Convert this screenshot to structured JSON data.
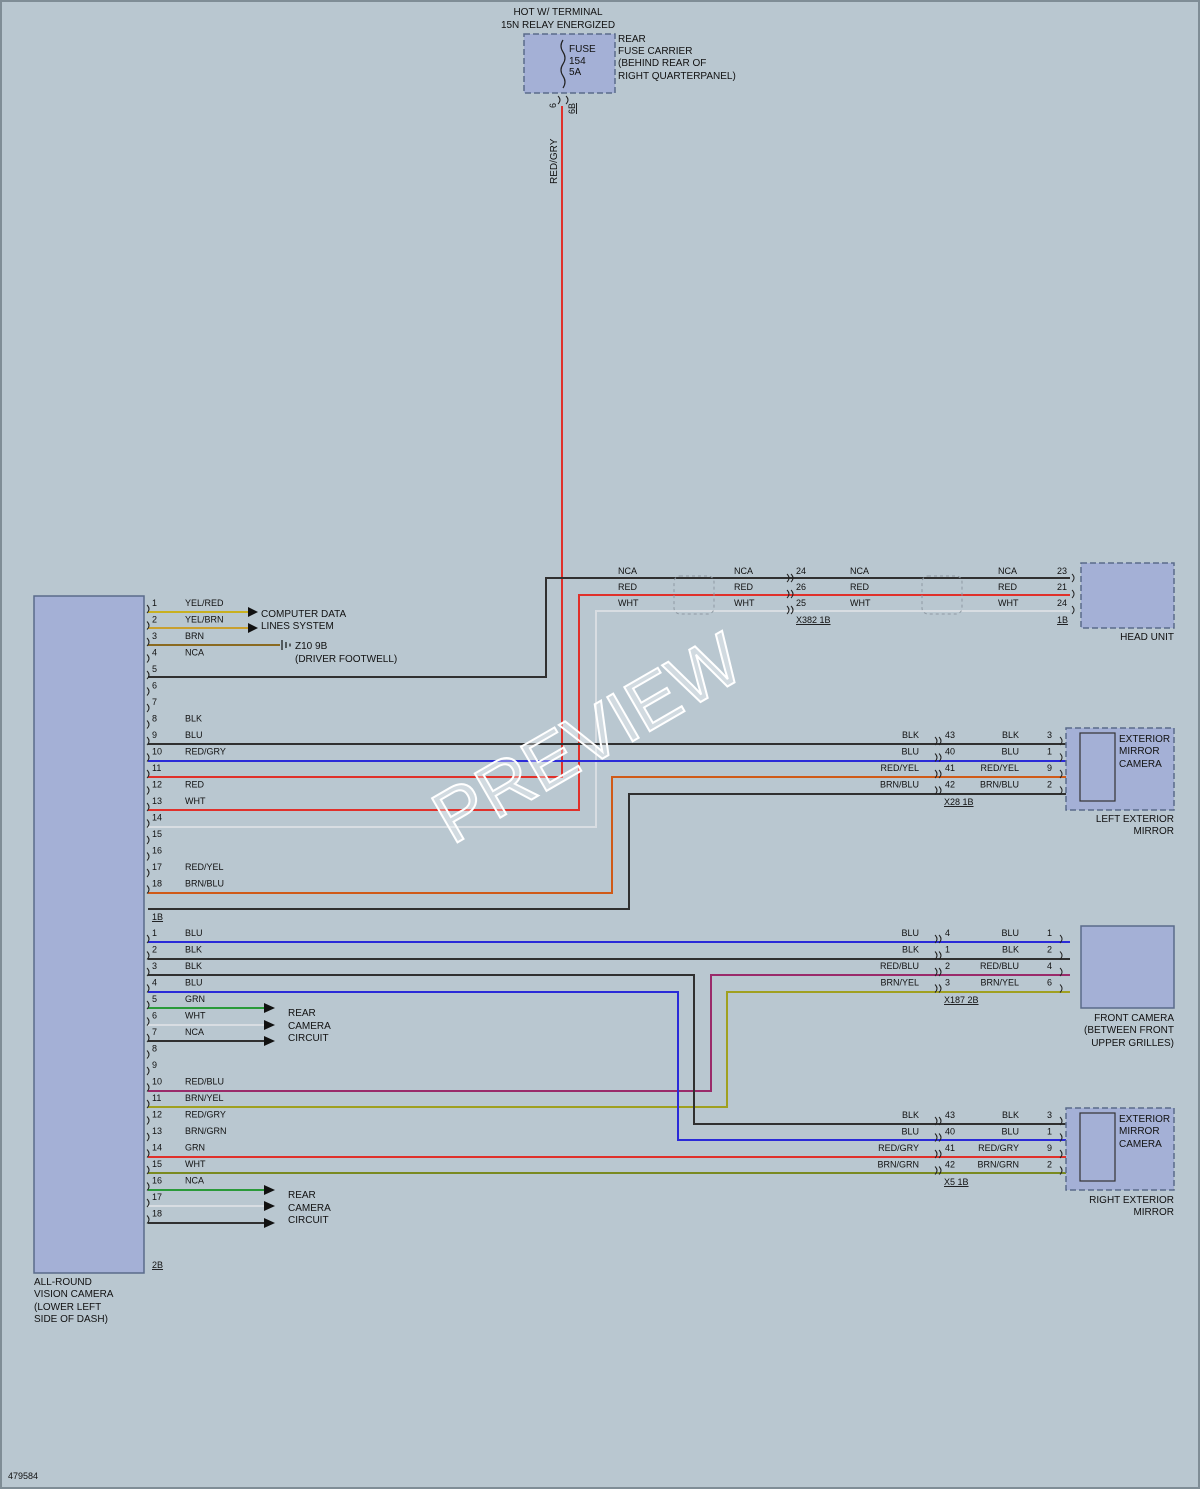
{
  "diagram_id": "479584",
  "watermark": "PREVIEW",
  "fuse": {
    "header": [
      "HOT W/ TERMINAL",
      "15N RELAY ENERGIZED"
    ],
    "label": "FUSE",
    "number": "154",
    "rating": "5A",
    "carrier": [
      "REAR",
      "FUSE CARRIER",
      "(BEHIND REAR OF",
      "RIGHT QUARTERPANEL)"
    ],
    "pin": "6",
    "connector": "6B",
    "wire_color": "RED/GRY"
  },
  "camera_module": {
    "label": [
      "ALL-ROUND",
      "VISION CAMERA",
      "(LOWER LEFT",
      "SIDE OF DASH)"
    ],
    "connector1_id": "1B",
    "connector2_id": "2B",
    "pins_c1": [
      {
        "pin": "1",
        "wire": "YEL/RED"
      },
      {
        "pin": "2",
        "wire": "YEL/BRN"
      },
      {
        "pin": "3",
        "wire": "BRN"
      },
      {
        "pin": "4",
        "wire": "NCA"
      },
      {
        "pin": "5",
        "wire": ""
      },
      {
        "pin": "6",
        "wire": ""
      },
      {
        "pin": "7",
        "wire": ""
      },
      {
        "pin": "8",
        "wire": "BLK"
      },
      {
        "pin": "9",
        "wire": "BLU"
      },
      {
        "pin": "10",
        "wire": "RED/GRY"
      },
      {
        "pin": "11",
        "wire": ""
      },
      {
        "pin": "12",
        "wire": "RED"
      },
      {
        "pin": "13",
        "wire": "WHT"
      },
      {
        "pin": "14",
        "wire": ""
      },
      {
        "pin": "15",
        "wire": ""
      },
      {
        "pin": "16",
        "wire": ""
      },
      {
        "pin": "17",
        "wire": "RED/YEL"
      },
      {
        "pin": "18",
        "wire": "BRN/BLU"
      }
    ],
    "pins_c2": [
      {
        "pin": "1",
        "wire": "BLU"
      },
      {
        "pin": "2",
        "wire": "BLK"
      },
      {
        "pin": "3",
        "wire": "BLK"
      },
      {
        "pin": "4",
        "wire": "BLU"
      },
      {
        "pin": "5",
        "wire": "GRN"
      },
      {
        "pin": "6",
        "wire": "WHT"
      },
      {
        "pin": "7",
        "wire": "NCA"
      },
      {
        "pin": "8",
        "wire": ""
      },
      {
        "pin": "9",
        "wire": ""
      },
      {
        "pin": "10",
        "wire": "RED/BLU"
      },
      {
        "pin": "11",
        "wire": "BRN/YEL"
      },
      {
        "pin": "12",
        "wire": "RED/GRY"
      },
      {
        "pin": "13",
        "wire": "BRN/GRN"
      },
      {
        "pin": "14",
        "wire": "GRN"
      },
      {
        "pin": "15",
        "wire": "WHT"
      },
      {
        "pin": "16",
        "wire": "NCA"
      },
      {
        "pin": "17",
        "wire": ""
      },
      {
        "pin": "18",
        "wire": ""
      }
    ]
  },
  "computer_data": [
    "COMPUTER DATA",
    "LINES SYSTEM"
  ],
  "ground": [
    "Z10 9B",
    "(DRIVER FOOTWELL)"
  ],
  "rear_camera": [
    "REAR",
    "CAMERA",
    "CIRCUIT"
  ],
  "head_unit": {
    "label": "HEAD UNIT",
    "inline_connector": "X382 1B",
    "connector_id": "1B",
    "rows": [
      {
        "left": "NCA",
        "inpin": "24",
        "right": "NCA",
        "hpin_wire": "NCA",
        "hpin": "23"
      },
      {
        "left": "RED",
        "inpin": "26",
        "right": "RED",
        "hpin_wire": "RED",
        "hpin": "21"
      },
      {
        "left": "WHT",
        "inpin": "25",
        "right": "WHT",
        "hpin_wire": "WHT",
        "hpin": "24"
      }
    ]
  },
  "left_mirror": {
    "label": [
      "LEFT EXTERIOR",
      "MIRROR"
    ],
    "camera_label": [
      "EXTERIOR",
      "MIRROR",
      "CAMERA"
    ],
    "inline_connector": "X28 1B",
    "rows": [
      {
        "wl": "BLK",
        "ip": "43",
        "wr": "BLK",
        "cp": "3"
      },
      {
        "wl": "BLU",
        "ip": "40",
        "wr": "BLU",
        "cp": "1"
      },
      {
        "wl": "RED/YEL",
        "ip": "41",
        "wr": "RED/YEL",
        "cp": "9"
      },
      {
        "wl": "BRN/BLU",
        "ip": "42",
        "wr": "BRN/BLU",
        "cp": "2"
      }
    ]
  },
  "front_camera": {
    "label": [
      "FRONT CAMERA",
      "(BETWEEN FRONT",
      "UPPER GRILLES)"
    ],
    "inline_connector": "X187 2B",
    "rows": [
      {
        "wl": "BLU",
        "ip": "4",
        "wr": "BLU",
        "cp": "1"
      },
      {
        "wl": "BLK",
        "ip": "1",
        "wr": "BLK",
        "cp": "2"
      },
      {
        "wl": "RED/BLU",
        "ip": "2",
        "wr": "RED/BLU",
        "cp": "4"
      },
      {
        "wl": "BRN/YEL",
        "ip": "3",
        "wr": "BRN/YEL",
        "cp": "6"
      }
    ]
  },
  "right_mirror": {
    "label": [
      "RIGHT EXTERIOR",
      "MIRROR"
    ],
    "camera_label": [
      "EXTERIOR",
      "MIRROR",
      "CAMERA"
    ],
    "inline_connector": "X5 1B",
    "rows": [
      {
        "wl": "BLK",
        "ip": "43",
        "wr": "BLK",
        "cp": "3"
      },
      {
        "wl": "BLU",
        "ip": "40",
        "wr": "BLU",
        "cp": "1"
      },
      {
        "wl": "RED/GRY",
        "ip": "41",
        "wr": "RED/GRY",
        "cp": "9"
      },
      {
        "wl": "BRN/GRN",
        "ip": "42",
        "wr": "BRN/GRN",
        "cp": "2"
      }
    ]
  },
  "colors": {
    "background": "#b9c7d0",
    "component_fill": "#a4b0d6",
    "component_stroke": "#5a6b8a",
    "red": "#e0302a",
    "blue": "#2a2ad8",
    "black": "#303030",
    "white": "#d8dde2",
    "yellow": "#c8b020",
    "brown": "#7a4a20",
    "green": "#2a9a3a",
    "orange": "#d05a18",
    "purple": "#9a2a6a",
    "olive": "#a0a020"
  }
}
